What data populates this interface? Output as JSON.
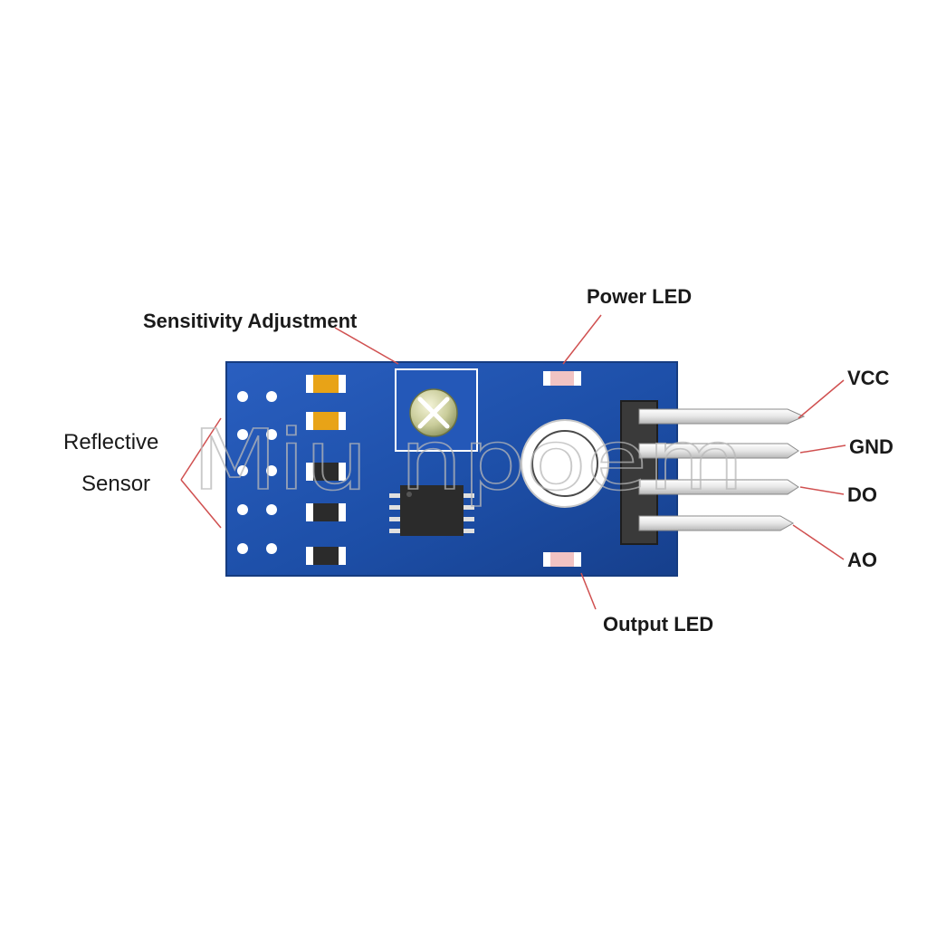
{
  "labels": {
    "sensitivity": "Sensitivity Adjustment",
    "power_led": "Power LED",
    "output_led": "Output LED",
    "reflective": "Reflective",
    "sensor": "Sensor"
  },
  "pins": [
    "VCC",
    "GND",
    "DO",
    "AO"
  ],
  "watermark": "Miu npoem",
  "colors": {
    "pcb": "#1d4fa8",
    "pcb_edge": "#163c80",
    "leader": "#d05050",
    "capacitor": "#e8a317",
    "led_pad": "#f1c3c3",
    "header": "#3a3a3a",
    "pin": "#ebebeb"
  }
}
